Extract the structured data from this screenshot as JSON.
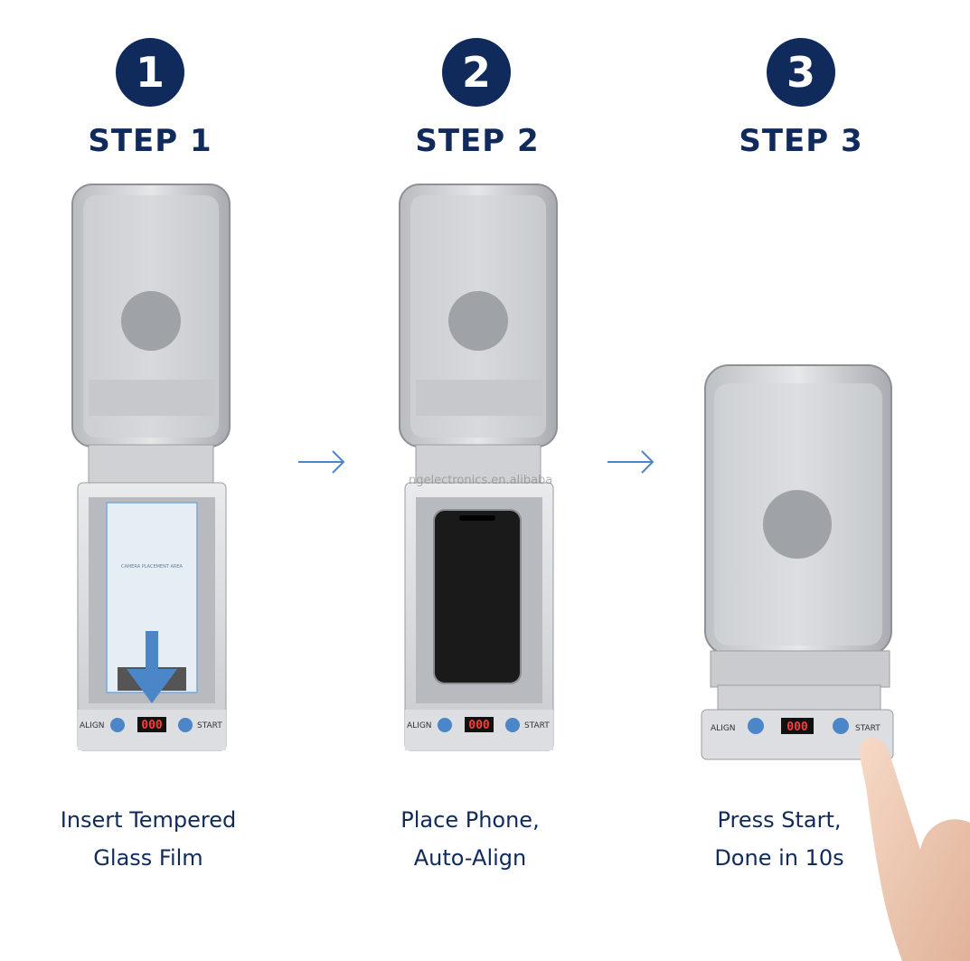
{
  "steps": [
    {
      "number": "1",
      "title": "STEP 1",
      "caption_line1": "Insert Tempered",
      "caption_line2": "Glass Film"
    },
    {
      "number": "2",
      "title": "STEP 2",
      "caption_line1": "Place Phone,",
      "caption_line2": "Auto-Align"
    },
    {
      "number": "3",
      "title": "STEP 3",
      "caption_line1": "Press Start,",
      "caption_line2": "Done in 10s"
    }
  ],
  "device": {
    "align_label": "ALIGN",
    "start_label": "START",
    "display_value": "000",
    "film_label": "CAMERA PLACEMENT AREA"
  },
  "watermark": "ngelectronics.en.alibaba",
  "colors": {
    "navy": "#102a5c",
    "arrow_blue": "#4a86c8",
    "led_red": "#ff3a3a"
  }
}
